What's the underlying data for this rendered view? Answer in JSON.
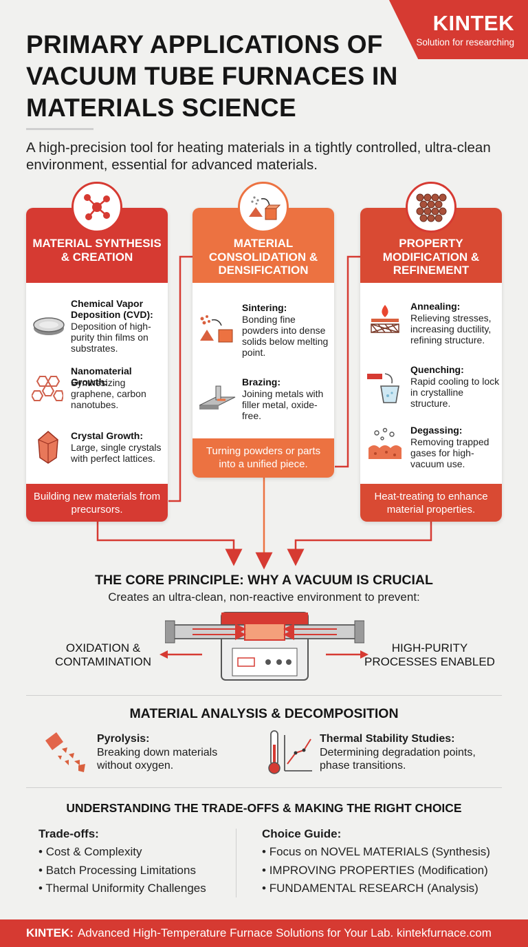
{
  "brand": {
    "name": "KINTEK",
    "tagline": "Solution for researching"
  },
  "title": "PRIMARY APPLICATIONS OF VACUUM TUBE FURNACES IN MATERIALS SCIENCE",
  "subtitle": "A high-precision tool for heating materials in a tightly controlled, ultra-clean environment, essential for advanced materials.",
  "colors": {
    "red": "#d63a32",
    "orange": "#ec7241",
    "dark": "#151515"
  },
  "cards": [
    {
      "heading": "MATERIAL SYNTHESIS & CREATION",
      "icon": "molecule-icon",
      "items": [
        {
          "title": "Chemical Vapor Deposition (CVD):",
          "desc": "Deposition of high-purity thin films on substrates.",
          "icon": "wafer-icon"
        },
        {
          "title": "Nanomaterial Growth:",
          "desc": "Synthesizing graphene, carbon nanotubes.",
          "icon": "graphene-icon"
        },
        {
          "title": "Crystal Growth:",
          "desc": "Large, single crystals with perfect lattices.",
          "icon": "crystal-icon"
        }
      ],
      "footer": "Building new materials from precursors."
    },
    {
      "heading": "MATERIAL CONSOLIDATION & DENSIFICATION",
      "icon": "powder-to-block-icon",
      "items": [
        {
          "title": "Sintering:",
          "desc": "Bonding fine powders into dense solids below melting point.",
          "icon": "sintering-icon"
        },
        {
          "title": "Brazing:",
          "desc": "Joining metals with filler metal, oxide-free.",
          "icon": "brazing-icon"
        }
      ],
      "footer": "Turning powders or parts into a unified piece."
    },
    {
      "heading": "PROPERTY MODIFICATION & REFINEMENT",
      "icon": "lattice-icon",
      "items": [
        {
          "title": "Annealing:",
          "desc": "Relieving stresses, increasing ductility, refining structure.",
          "icon": "annealing-icon"
        },
        {
          "title": "Quenching:",
          "desc": "Rapid cooling to lock in crystalline structure.",
          "icon": "quenching-icon"
        },
        {
          "title": "Degassing:",
          "desc": "Removing trapped gases for high-vacuum use.",
          "icon": "degassing-icon"
        }
      ],
      "footer": "Heat-treating to enhance material properties."
    }
  ],
  "core": {
    "heading": "THE CORE PRINCIPLE: WHY A VACUUM IS CRUCIAL",
    "subtext": "Creates an ultra-clean, non-reactive environment to prevent:",
    "left": "OXIDATION & CONTAMINATION",
    "right": "HIGH-PURITY PROCESSES ENABLED"
  },
  "analysis": {
    "heading": "MATERIAL ANALYSIS & DECOMPOSITION",
    "items": [
      {
        "title": "Pyrolysis:",
        "desc": "Breaking down materials without oxygen."
      },
      {
        "title": "Thermal Stability Studies:",
        "desc": "Determining degradation points, phase transitions."
      }
    ]
  },
  "tradeoffs": {
    "heading": "UNDERSTANDING THE TRADE-OFFS & MAKING THE RIGHT CHOICE",
    "left_title": "Trade-offs:",
    "left_items": [
      "Cost & Complexity",
      "Batch Processing Limitations",
      "Thermal Uniformity Challenges"
    ],
    "right_title": "Choice Guide:",
    "right_items": [
      "Focus on NOVEL MATERIALS (Synthesis)",
      "IMPROVING PROPERTIES (Modification)",
      "FUNDAMENTAL RESEARCH (Analysis)"
    ]
  },
  "footer": {
    "brand": "KINTEK:",
    "text": "Advanced High-Temperature Furnace Solutions for Your Lab. kintekfurnace.com"
  }
}
